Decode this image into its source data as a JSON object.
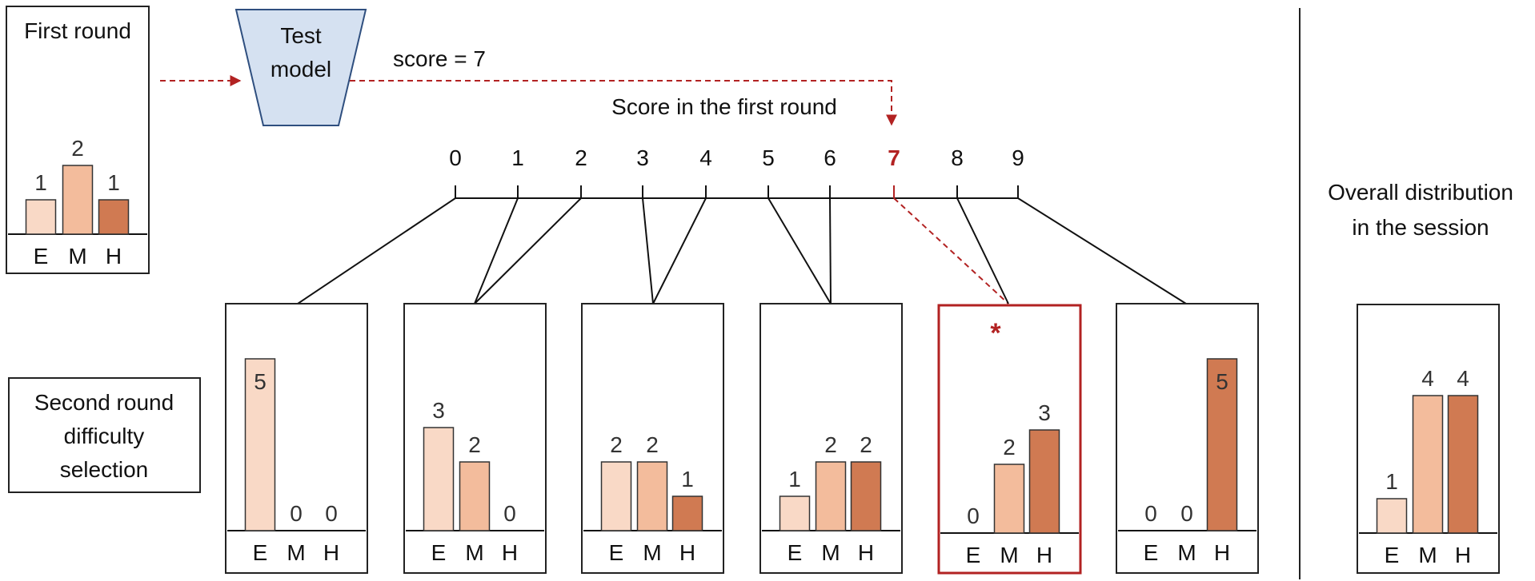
{
  "first_round": {
    "title": "First round",
    "categories": [
      "E",
      "M",
      "H"
    ],
    "values": [
      1,
      2,
      1
    ]
  },
  "test_model": {
    "label_line1": "Test",
    "label_line2": "model"
  },
  "score_label": "score = 7",
  "score_axis": {
    "title": "Score in the first round",
    "ticks": [
      "0",
      "1",
      "2",
      "3",
      "4",
      "5",
      "6",
      "7",
      "8",
      "9"
    ],
    "highlighted_tick": "7"
  },
  "second_round": {
    "label_lines": [
      "Second round",
      "difficulty",
      "selection"
    ],
    "categories": [
      "E",
      "M",
      "H"
    ],
    "selected_marker": "*",
    "panels": [
      {
        "values": [
          5,
          0,
          0
        ],
        "selected": false
      },
      {
        "values": [
          3,
          2,
          0
        ],
        "selected": false
      },
      {
        "values": [
          2,
          2,
          1
        ],
        "selected": false
      },
      {
        "values": [
          1,
          2,
          2
        ],
        "selected": false
      },
      {
        "values": [
          0,
          2,
          3
        ],
        "selected": true
      },
      {
        "values": [
          0,
          0,
          5
        ],
        "selected": false
      }
    ]
  },
  "overall": {
    "title_lines": [
      "Overall distribution",
      "in the session"
    ],
    "categories": [
      "E",
      "M",
      "H"
    ],
    "values": [
      1,
      4,
      4
    ]
  },
  "colors": {
    "easy": "#f9d9c6",
    "medium": "#f3bc9c",
    "hard": "#d07a52",
    "highlight": "#b22222",
    "model_fill": "#d5e1f1",
    "model_stroke": "#2f4f7f"
  }
}
